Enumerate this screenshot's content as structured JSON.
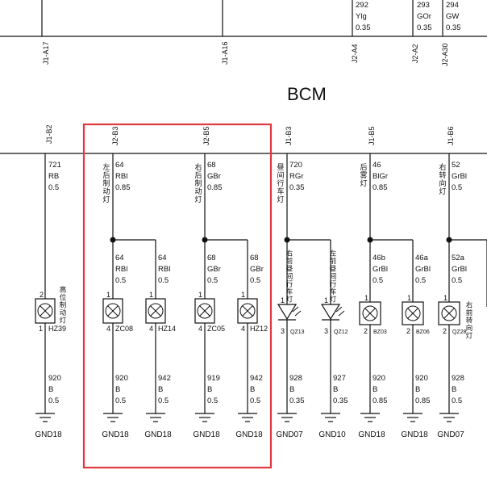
{
  "module_label": "BCM",
  "top_wires": [
    {
      "num": "292",
      "color": "Ylg",
      "gauge": "0.35"
    },
    {
      "num": "293",
      "color": "GOr",
      "gauge": "0.35"
    },
    {
      "num": "294",
      "color": "GW",
      "gauge": "0.35"
    }
  ],
  "top_pins": [
    "J1-A17",
    "J1-A16",
    "J2-A4",
    "J2-A2",
    "J2-A30"
  ],
  "bcm_pins": [
    "J1-B2",
    "J2-B3",
    "J2-B5",
    "J1-B3",
    "J1-B5",
    "J1-B6"
  ],
  "branch_wires": [
    {
      "num": "721",
      "color": "RB",
      "gauge": "0.5"
    },
    {
      "num": "64",
      "color": "RBl",
      "gauge": "0.85"
    },
    {
      "num": "68",
      "color": "GBr",
      "gauge": "0.85"
    },
    {
      "num": "720",
      "color": "RGr",
      "gauge": "0.35"
    },
    {
      "num": "46",
      "color": "BlGr",
      "gauge": "0.85"
    },
    {
      "num": "52",
      "color": "GrBl",
      "gauge": "0.5"
    }
  ],
  "branch_names": [
    "左后制动灯",
    "右后制动灯",
    "昼间行车灯",
    "后雾灯",
    "右转向灯"
  ],
  "sub_wires": [
    {
      "num": "64",
      "color": "RBl",
      "gauge": "0.5"
    },
    {
      "num": "64",
      "color": "RBl",
      "gauge": "0.5"
    },
    {
      "num": "68",
      "color": "GBr",
      "gauge": "0.5"
    },
    {
      "num": "68",
      "color": "GBr",
      "gauge": "0.5"
    },
    {
      "num": "46b",
      "color": "GrBl",
      "gauge": "0.5"
    },
    {
      "num": "46a",
      "color": "GrBl",
      "gauge": "0.5"
    },
    {
      "num": "52a",
      "color": "GrBl",
      "gauge": "0.5"
    }
  ],
  "lamp_names": [
    "高位制动灯",
    "右前昼间行车灯",
    "左前昼间行车灯",
    "右前转向灯"
  ],
  "pin1": "1",
  "pin2": "2",
  "pin3": "3",
  "pin4": "4",
  "components": [
    "HZ39",
    "ZC08",
    "HZ14",
    "ZC05",
    "HZ12",
    "QZ13",
    "QZ12",
    "BZ03",
    "BZ06",
    "QZ28"
  ],
  "ground_wires": [
    {
      "num": "920",
      "color": "B",
      "gauge": "0.5"
    },
    {
      "num": "920",
      "color": "B",
      "gauge": "0.5"
    },
    {
      "num": "942",
      "color": "B",
      "gauge": "0.5"
    },
    {
      "num": "919",
      "color": "B",
      "gauge": "0.5"
    },
    {
      "num": "942",
      "color": "B",
      "gauge": "0.5"
    },
    {
      "num": "928",
      "color": "B",
      "gauge": "0.35"
    },
    {
      "num": "927",
      "color": "B",
      "gauge": "0.35"
    },
    {
      "num": "920",
      "color": "B",
      "gauge": "0.85"
    },
    {
      "num": "920",
      "color": "B",
      "gauge": "0.85"
    },
    {
      "num": "928",
      "color": "B",
      "gauge": "0.5"
    }
  ],
  "grounds": [
    "GND18",
    "GND18",
    "GND18",
    "GND18",
    "GND18",
    "GND07",
    "GND10",
    "GND18",
    "GND18",
    "GND07"
  ],
  "highlight_color": "#e0393e"
}
